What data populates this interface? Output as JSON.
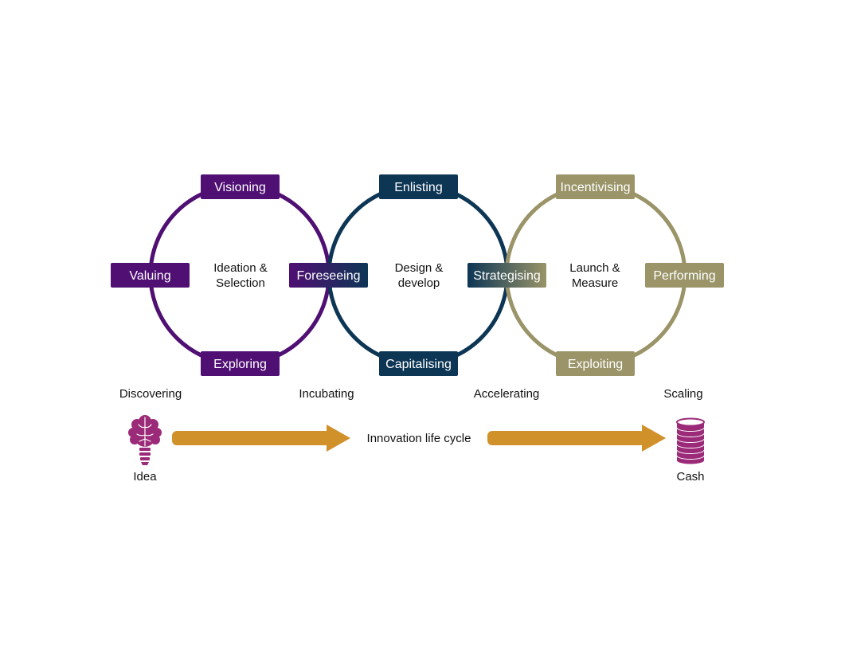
{
  "colors": {
    "purple": "#4f0f73",
    "navy": "#0d3655",
    "olive": "#9a9468",
    "arrow": "#d1912a",
    "icon": "#9b2a78"
  },
  "cycles": [
    {
      "center_line1": "Ideation &",
      "center_line2": "Selection",
      "top": "Visioning",
      "bottom": "Exploring",
      "left": "Valuing"
    },
    {
      "center_line1": "Design &",
      "center_line2": "develop",
      "top": "Enlisting",
      "bottom": "Capitalising"
    },
    {
      "center_line1": "Launch &",
      "center_line2": "Measure",
      "top": "Incentivising",
      "bottom": "Exploiting",
      "right": "Performing"
    }
  ],
  "junctions": {
    "first": "Foreseeing",
    "second": "Strategising"
  },
  "stages": [
    "Discovering",
    "Incubating",
    "Accelerating",
    "Scaling"
  ],
  "lifecycle": {
    "label": "Innovation life cycle",
    "start_label": "Idea",
    "start_icon": "brain-lightbulb-icon",
    "end_label": "Cash",
    "end_icon": "coin-stack-icon"
  }
}
